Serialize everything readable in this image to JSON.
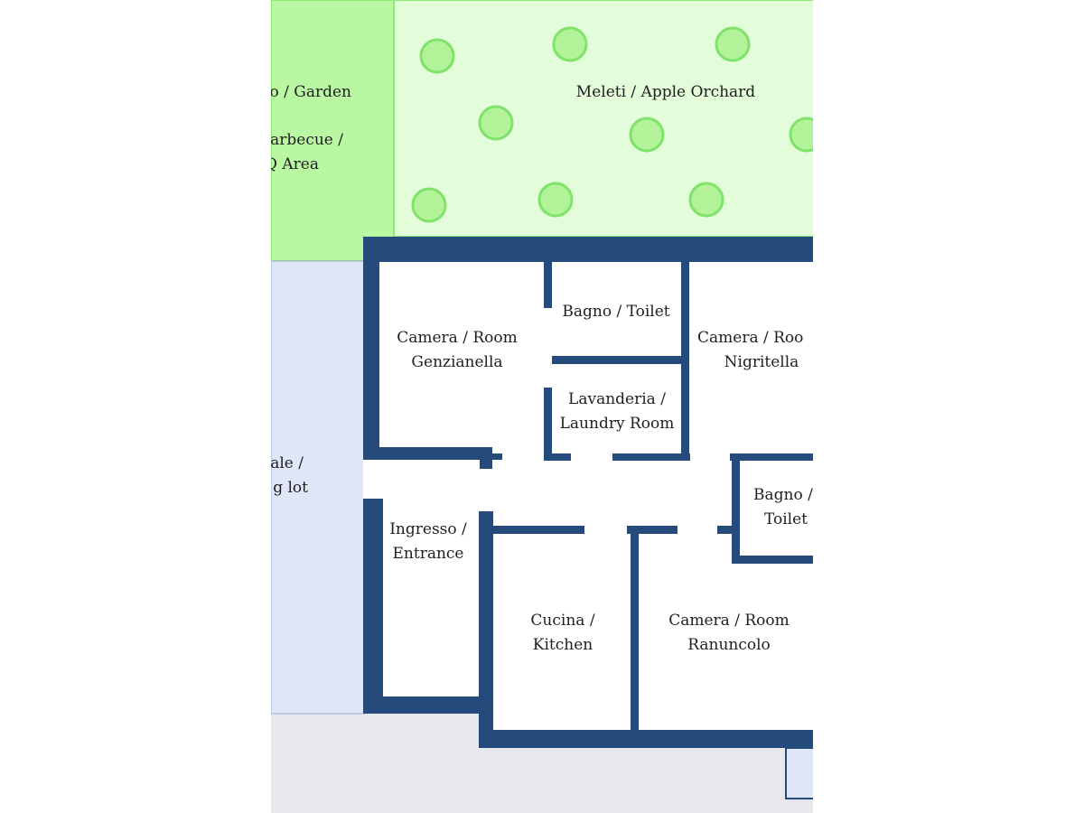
{
  "colors": {
    "garden_fill": "#b9f7a2",
    "orchard_fill": "#e3fcd9",
    "tree_fill": "#b2f39a",
    "tree_stroke": "#7fe36a",
    "parking_fill": "#dfe6f8",
    "yard_fill": "#e7e8eb",
    "wall": "#254a7c",
    "floor": "#ffffff",
    "text": "#1f1f1f"
  },
  "labels": {
    "garden": "o / Garden",
    "bbq_line1": "arbecue /",
    "bbq_line2": "Q Area",
    "orchard": "Meleti / Apple Orchard",
    "parking_line1": "ale /",
    "parking_line2": "g lot",
    "genzianella_line1": "Camera / Room",
    "genzianella_line2": "Genzianella",
    "bath1": "Bagno / Toilet",
    "laundry_line1": "Lavanderia /",
    "laundry_line2": "Laundry Room",
    "nigritella_line1": "Camera / Roo",
    "nigritella_line2": "Nigritella",
    "bath2_line1": "Bagno /",
    "bath2_line2": "Toilet",
    "entrance_line1": "Ingresso /",
    "entrance_line2": "Entrance",
    "kitchen_line1": "Cucina /",
    "kitchen_line2": "Kitchen",
    "ranuncolo_line1": "Camera / Room",
    "ranuncolo_line2": "Ranuncolo"
  }
}
